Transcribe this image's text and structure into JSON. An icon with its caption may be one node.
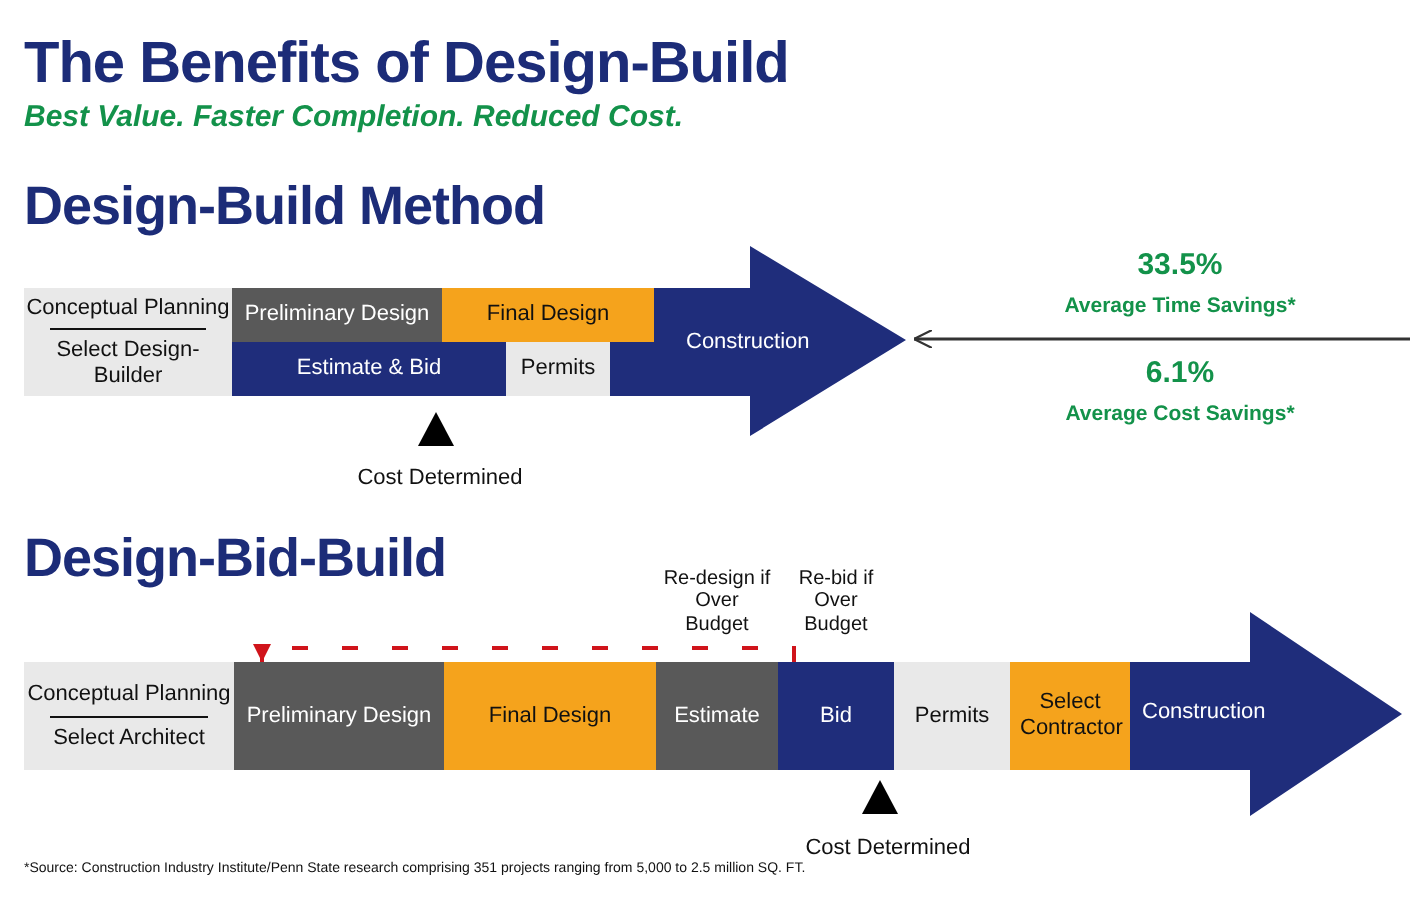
{
  "diagram": {
    "title": "The Benefits of Design-Build",
    "nodes": [
      {
        "text": [
          "Conceptual Planning",
          "Select Design-Builder"
        ]
      },
      {
        "text": [
          "Preliminary Design"
        ]
      },
      {
        "text": [
          "Final Design"
        ]
      },
      {
        "text": [
          "Estimate & Bid"
        ]
      },
      {
        "text": [
          "Permits"
        ]
      },
      {
        "text": [
          "Construction"
        ]
      },
      {
        "text": [
          "Conceptual Planning",
          "Select Architect"
        ]
      },
      {
        "text": [
          "Preliminary Design"
        ]
      },
      {
        "text": [
          "Final Design"
        ]
      },
      {
        "text": [
          "Estimate"
        ],
        "beside": [
          "Re-design if Over Budget"
        ]
      },
      {
        "text": [
          "Bid"
        ],
        "beside": [
          "Re-bid if Over Budget"
        ]
      },
      {
        "text": [
          "Permits"
        ]
      },
      {
        "text": [
          "Select Contractor"
        ]
      },
      {
        "text": [
          "Construction"
        ]
      }
    ],
    "edges": [
      {
        "from": null,
        "to": 5,
        "arrow": "to"
      },
      {
        "from": 10,
        "to": 7,
        "arrow": "to",
        "style": "dashed",
        "color": "#d0141b"
      }
    ],
    "labels": [
      "Best Value. Faster Completion. Reduced Cost.",
      "Design-Build Method",
      "33.5%",
      "Average Time Savings*",
      "Cost Determined",
      "6.1%",
      "Average Cost Savings*",
      "Design-Bid-Build",
      "Cost Determined"
    ],
    "caption": "*Source:  Construction Industry Institute/Penn State research comprising 351 projects ranging from 5,000 to 2.5 million SQ. FT."
  }
}
